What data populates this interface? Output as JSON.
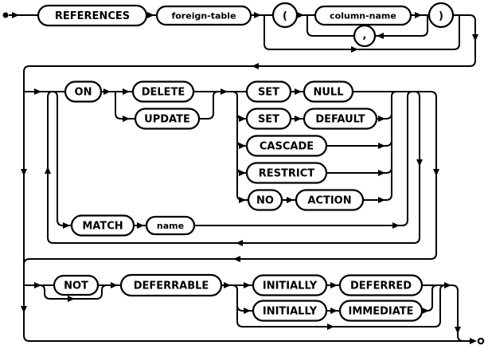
{
  "diagram": {
    "kind": "railroad-syntax-diagram",
    "line_color": "#000000",
    "background_color": "#ffffff",
    "nodes": {
      "references": "REFERENCES",
      "foreign_table": "foreign-table",
      "lparen": "(",
      "column_name": "column-name",
      "comma": ",",
      "rparen": ")",
      "on": "ON",
      "delete": "DELETE",
      "update": "UPDATE",
      "set1": "SET",
      "null": "NULL",
      "set2": "SET",
      "default": "DEFAULT",
      "cascade": "CASCADE",
      "restrict": "RESTRICT",
      "no": "NO",
      "action": "ACTION",
      "match": "MATCH",
      "name": "name",
      "not": "NOT",
      "deferrable": "DEFERRABLE",
      "initially1": "INITIALLY",
      "deferred": "DEFERRED",
      "initially2": "INITIALLY",
      "immediate": "IMMEDIATE"
    }
  }
}
